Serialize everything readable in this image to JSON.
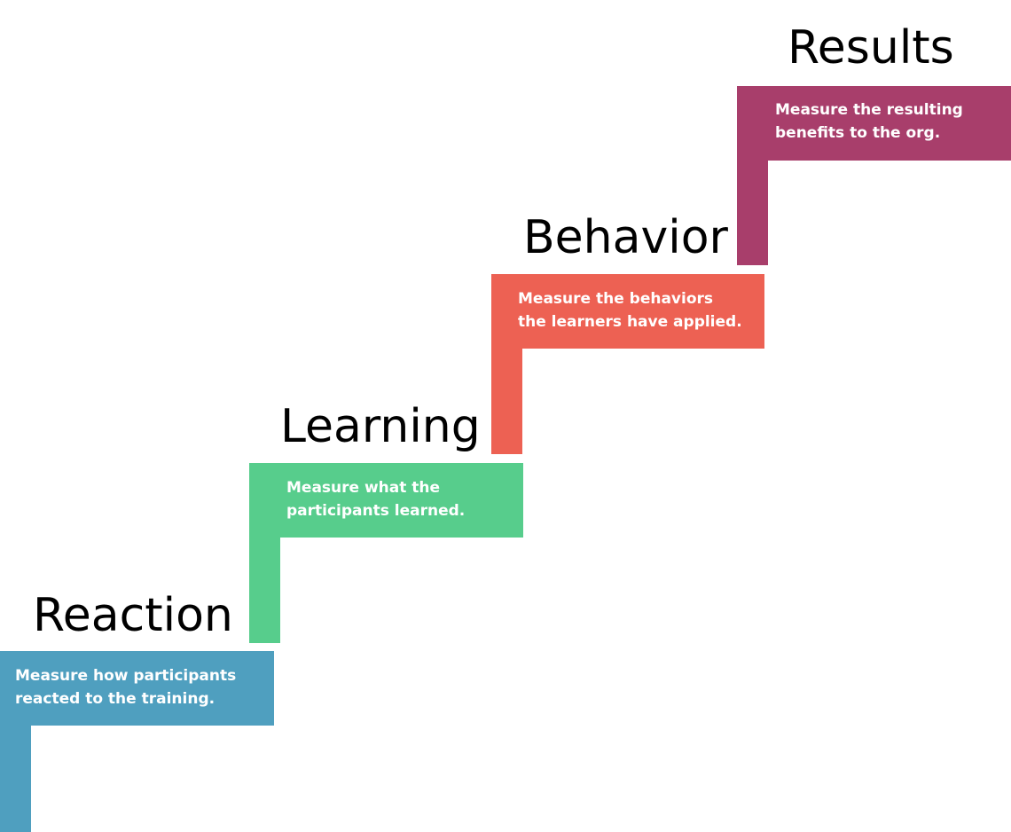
{
  "steps": [
    {
      "title": "Reaction",
      "desc_line1": "Measure how participants",
      "desc_line2": "reacted to the training.",
      "color": "#4f9fbf"
    },
    {
      "title": "Learning",
      "desc_line1": "Measure what the",
      "desc_line2": "participants learned.",
      "color": "#57cd8c"
    },
    {
      "title": "Behavior",
      "desc_line1": "Measure the behaviors",
      "desc_line2": "the learners have applied.",
      "color": "#ed6153"
    },
    {
      "title": "Results",
      "desc_line1": "Measure the resulting",
      "desc_line2": "benefits to the org.",
      "color": "#a83e6b"
    }
  ]
}
